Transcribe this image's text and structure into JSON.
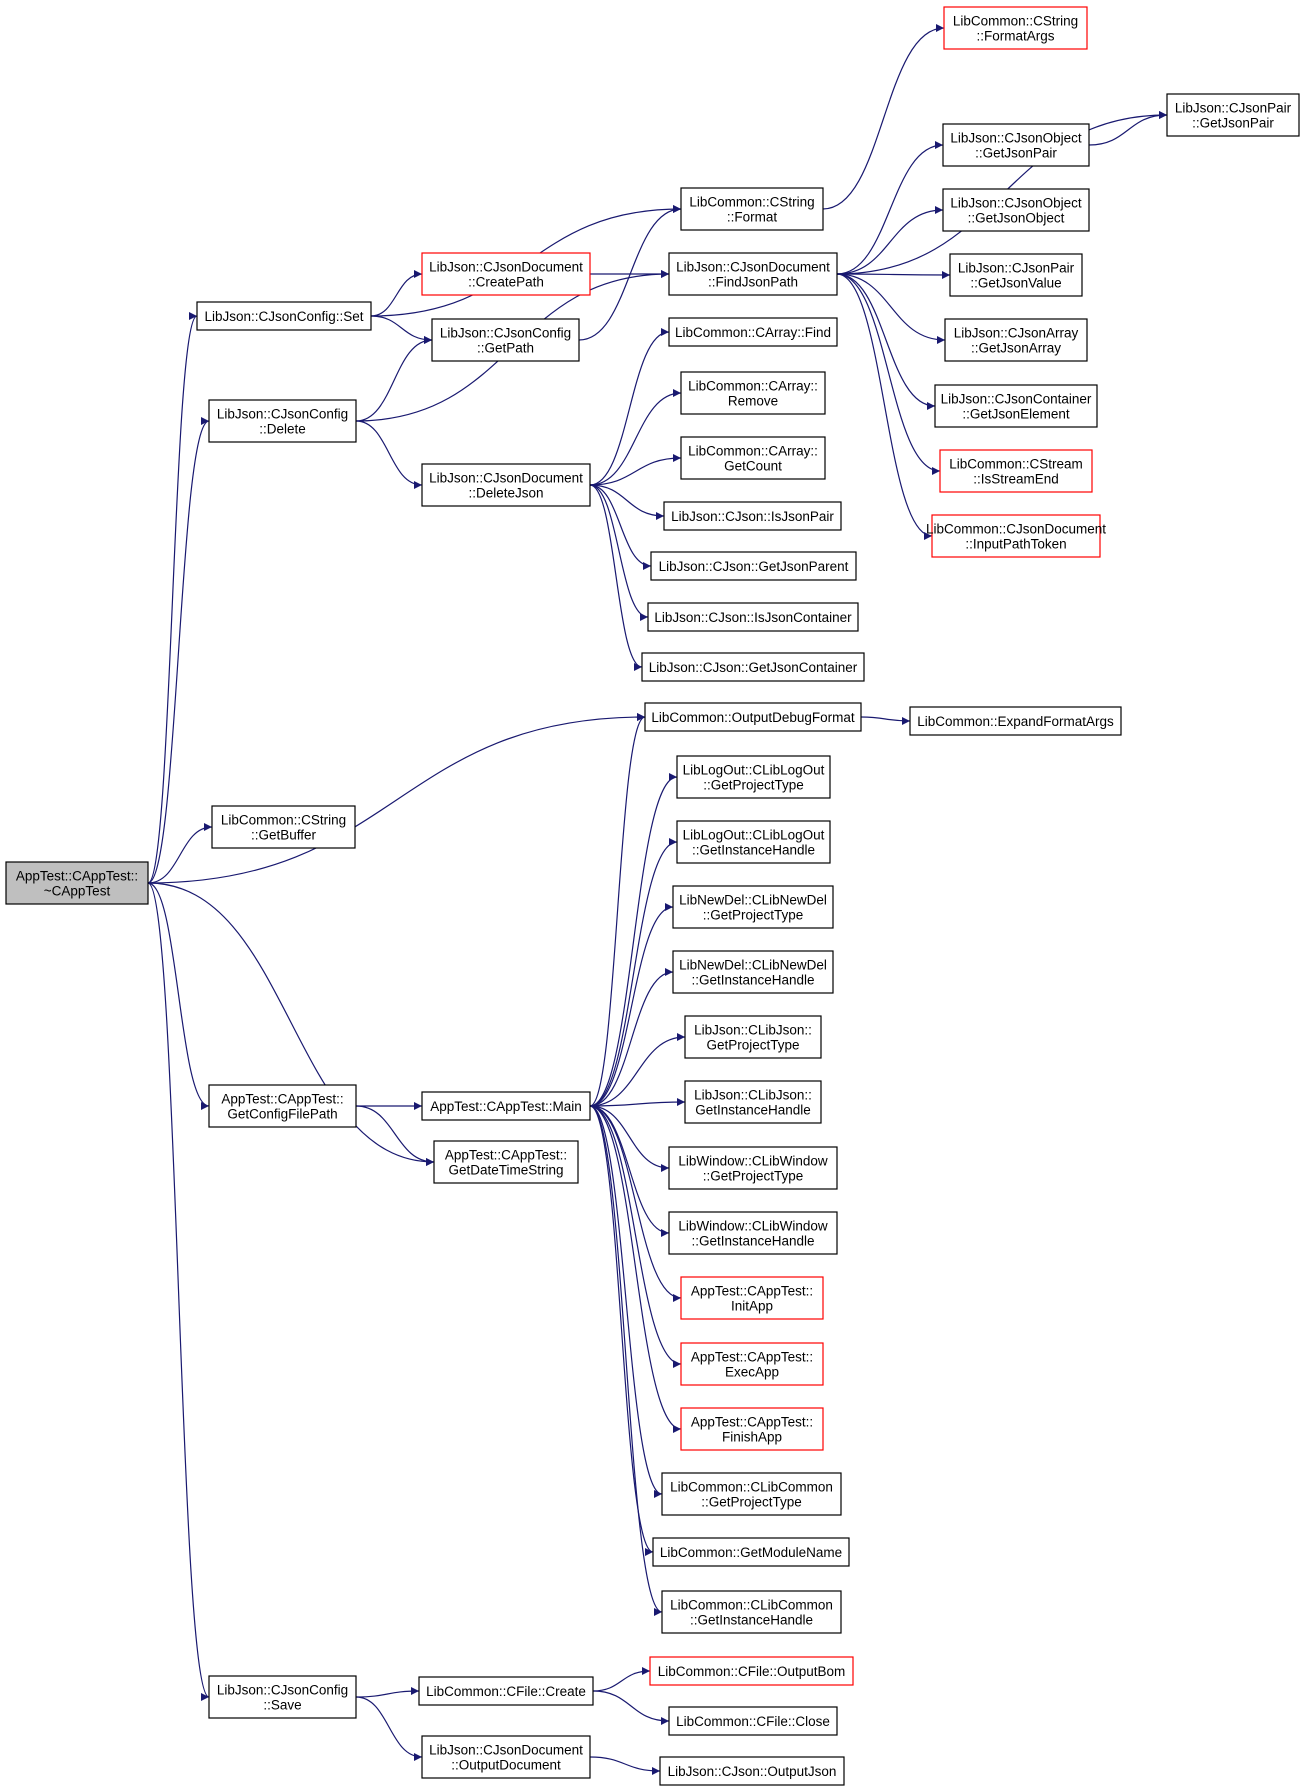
{
  "graph": {
    "edge_color": "#191970",
    "nodes": [
      {
        "id": "root",
        "lines": [
          "AppTest::CAppTest::",
          "~CAppTest"
        ],
        "style": "root"
      },
      {
        "id": "set",
        "lines": [
          "LibJson::CJsonConfig::Set"
        ],
        "style": "normal"
      },
      {
        "id": "delete",
        "lines": [
          "LibJson::CJsonConfig",
          "::Delete"
        ],
        "style": "normal"
      },
      {
        "id": "getbuffer",
        "lines": [
          "LibCommon::CString",
          "::GetBuffer"
        ],
        "style": "normal"
      },
      {
        "id": "getconfig",
        "lines": [
          "AppTest::CAppTest::",
          "GetConfigFilePath"
        ],
        "style": "normal"
      },
      {
        "id": "save",
        "lines": [
          "LibJson::CJsonConfig",
          "::Save"
        ],
        "style": "normal"
      },
      {
        "id": "createpath",
        "lines": [
          "LibJson::CJsonDocument",
          "::CreatePath"
        ],
        "style": "red"
      },
      {
        "id": "getpath",
        "lines": [
          "LibJson::CJsonConfig",
          "::GetPath"
        ],
        "style": "normal"
      },
      {
        "id": "deletejson",
        "lines": [
          "LibJson::CJsonDocument",
          "::DeleteJson"
        ],
        "style": "normal"
      },
      {
        "id": "main",
        "lines": [
          "AppTest::CAppTest::Main"
        ],
        "style": "normal"
      },
      {
        "id": "getdatetime",
        "lines": [
          "AppTest::CAppTest::",
          "GetDateTimeString"
        ],
        "style": "normal"
      },
      {
        "id": "filecreate",
        "lines": [
          "LibCommon::CFile::Create"
        ],
        "style": "normal"
      },
      {
        "id": "outputdoc",
        "lines": [
          "LibJson::CJsonDocument",
          "::OutputDocument"
        ],
        "style": "normal"
      },
      {
        "id": "format",
        "lines": [
          "LibCommon::CString",
          "::Format"
        ],
        "style": "normal"
      },
      {
        "id": "findjsonpath",
        "lines": [
          "LibJson::CJsonDocument",
          "::FindJsonPath"
        ],
        "style": "normal"
      },
      {
        "id": "arrfind",
        "lines": [
          "LibCommon::CArray::Find"
        ],
        "style": "normal"
      },
      {
        "id": "arrremove",
        "lines": [
          "LibCommon::CArray::",
          "Remove"
        ],
        "style": "normal"
      },
      {
        "id": "arrcount",
        "lines": [
          "LibCommon::CArray::",
          "GetCount"
        ],
        "style": "normal"
      },
      {
        "id": "isjsonpair",
        "lines": [
          "LibJson::CJson::IsJsonPair"
        ],
        "style": "normal"
      },
      {
        "id": "getjsonparent",
        "lines": [
          "LibJson::CJson::GetJsonParent"
        ],
        "style": "normal"
      },
      {
        "id": "isjsoncontainer",
        "lines": [
          "LibJson::CJson::IsJsonContainer"
        ],
        "style": "normal"
      },
      {
        "id": "getjsoncontainer",
        "lines": [
          "LibJson::CJson::GetJsonContainer"
        ],
        "style": "normal"
      },
      {
        "id": "odf",
        "lines": [
          "LibCommon::OutputDebugFormat"
        ],
        "style": "normal"
      },
      {
        "id": "logproj",
        "lines": [
          "LibLogOut::CLibLogOut",
          "::GetProjectType"
        ],
        "style": "normal"
      },
      {
        "id": "loginst",
        "lines": [
          "LibLogOut::CLibLogOut",
          "::GetInstanceHandle"
        ],
        "style": "normal"
      },
      {
        "id": "ndproj",
        "lines": [
          "LibNewDel::CLibNewDel",
          "::GetProjectType"
        ],
        "style": "normal"
      },
      {
        "id": "ndinst",
        "lines": [
          "LibNewDel::CLibNewDel",
          "::GetInstanceHandle"
        ],
        "style": "normal"
      },
      {
        "id": "ljproj",
        "lines": [
          "LibJson::CLibJson::",
          "GetProjectType"
        ],
        "style": "normal"
      },
      {
        "id": "ljinst",
        "lines": [
          "LibJson::CLibJson::",
          "GetInstanceHandle"
        ],
        "style": "normal"
      },
      {
        "id": "winproj",
        "lines": [
          "LibWindow::CLibWindow",
          "::GetProjectType"
        ],
        "style": "normal"
      },
      {
        "id": "wininst",
        "lines": [
          "LibWindow::CLibWindow",
          "::GetInstanceHandle"
        ],
        "style": "normal"
      },
      {
        "id": "initapp",
        "lines": [
          "AppTest::CAppTest::",
          "InitApp"
        ],
        "style": "red"
      },
      {
        "id": "execapp",
        "lines": [
          "AppTest::CAppTest::",
          "ExecApp"
        ],
        "style": "red"
      },
      {
        "id": "finishapp",
        "lines": [
          "AppTest::CAppTest::",
          "FinishApp"
        ],
        "style": "red"
      },
      {
        "id": "lcproj",
        "lines": [
          "LibCommon::CLibCommon",
          "::GetProjectType"
        ],
        "style": "normal"
      },
      {
        "id": "modname",
        "lines": [
          "LibCommon::GetModuleName"
        ],
        "style": "normal"
      },
      {
        "id": "lcinst",
        "lines": [
          "LibCommon::CLibCommon",
          "::GetInstanceHandle"
        ],
        "style": "normal"
      },
      {
        "id": "outputbom",
        "lines": [
          "LibCommon::CFile::OutputBom"
        ],
        "style": "red"
      },
      {
        "id": "fileclose",
        "lines": [
          "LibCommon::CFile::Close"
        ],
        "style": "normal"
      },
      {
        "id": "outputjson",
        "lines": [
          "LibJson::CJson::OutputJson"
        ],
        "style": "normal"
      },
      {
        "id": "formatargs",
        "lines": [
          "LibCommon::CString",
          "::FormatArgs"
        ],
        "style": "red"
      },
      {
        "id": "getjsonpair",
        "lines": [
          "LibJson::CJsonPair",
          "::GetJsonPair"
        ],
        "style": "normal"
      },
      {
        "id": "objgetpair",
        "lines": [
          "LibJson::CJsonObject",
          "::GetJsonPair"
        ],
        "style": "normal"
      },
      {
        "id": "objgetobj",
        "lines": [
          "LibJson::CJsonObject",
          "::GetJsonObject"
        ],
        "style": "normal"
      },
      {
        "id": "pairgetvalue",
        "lines": [
          "LibJson::CJsonPair",
          "::GetJsonValue"
        ],
        "style": "normal"
      },
      {
        "id": "arrgetarr",
        "lines": [
          "LibJson::CJsonArray",
          "::GetJsonArray"
        ],
        "style": "normal"
      },
      {
        "id": "contgetelem",
        "lines": [
          "LibJson::CJsonContainer",
          "::GetJsonElement"
        ],
        "style": "normal"
      },
      {
        "id": "isstreamend",
        "lines": [
          "LibCommon::CStream",
          "::IsStreamEnd"
        ],
        "style": "red"
      },
      {
        "id": "inputpath",
        "lines": [
          "LibCommon::CJsonDocument",
          "::InputPathToken"
        ],
        "style": "red"
      },
      {
        "id": "expandfmt",
        "lines": [
          "LibCommon::ExpandFormatArgs"
        ],
        "style": "normal"
      }
    ],
    "edges": [
      [
        "root",
        "set"
      ],
      [
        "root",
        "delete"
      ],
      [
        "root",
        "getbuffer"
      ],
      [
        "root",
        "getconfig"
      ],
      [
        "root",
        "save"
      ],
      [
        "root",
        "odf"
      ],
      [
        "root",
        "getdatetime"
      ],
      [
        "set",
        "format"
      ],
      [
        "set",
        "createpath"
      ],
      [
        "set",
        "getpath"
      ],
      [
        "createpath",
        "findjsonpath"
      ],
      [
        "getpath",
        "format"
      ],
      [
        "delete",
        "getpath"
      ],
      [
        "delete",
        "findjsonpath"
      ],
      [
        "delete",
        "deletejson"
      ],
      [
        "deletejson",
        "arrfind"
      ],
      [
        "deletejson",
        "arrremove"
      ],
      [
        "deletejson",
        "arrcount"
      ],
      [
        "deletejson",
        "isjsonpair"
      ],
      [
        "deletejson",
        "getjsonparent"
      ],
      [
        "deletejson",
        "isjsoncontainer"
      ],
      [
        "deletejson",
        "getjsoncontainer"
      ],
      [
        "format",
        "formatargs"
      ],
      [
        "findjsonpath",
        "getjsonpair"
      ],
      [
        "findjsonpath",
        "objgetpair"
      ],
      [
        "findjsonpath",
        "objgetobj"
      ],
      [
        "findjsonpath",
        "pairgetvalue"
      ],
      [
        "findjsonpath",
        "arrgetarr"
      ],
      [
        "findjsonpath",
        "contgetelem"
      ],
      [
        "findjsonpath",
        "isstreamend"
      ],
      [
        "findjsonpath",
        "inputpath"
      ],
      [
        "objgetpair",
        "getjsonpair"
      ],
      [
        "odf",
        "expandfmt"
      ],
      [
        "getconfig",
        "main"
      ],
      [
        "getconfig",
        "getdatetime"
      ],
      [
        "main",
        "odf"
      ],
      [
        "main",
        "logproj"
      ],
      [
        "main",
        "loginst"
      ],
      [
        "main",
        "ndproj"
      ],
      [
        "main",
        "ndinst"
      ],
      [
        "main",
        "ljproj"
      ],
      [
        "main",
        "ljinst"
      ],
      [
        "main",
        "winproj"
      ],
      [
        "main",
        "wininst"
      ],
      [
        "main",
        "initapp"
      ],
      [
        "main",
        "execapp"
      ],
      [
        "main",
        "finishapp"
      ],
      [
        "main",
        "lcproj"
      ],
      [
        "main",
        "modname"
      ],
      [
        "main",
        "lcinst"
      ],
      [
        "save",
        "filecreate"
      ],
      [
        "save",
        "outputdoc"
      ],
      [
        "filecreate",
        "outputbom"
      ],
      [
        "filecreate",
        "fileclose"
      ],
      [
        "outputdoc",
        "outputjson"
      ]
    ]
  }
}
